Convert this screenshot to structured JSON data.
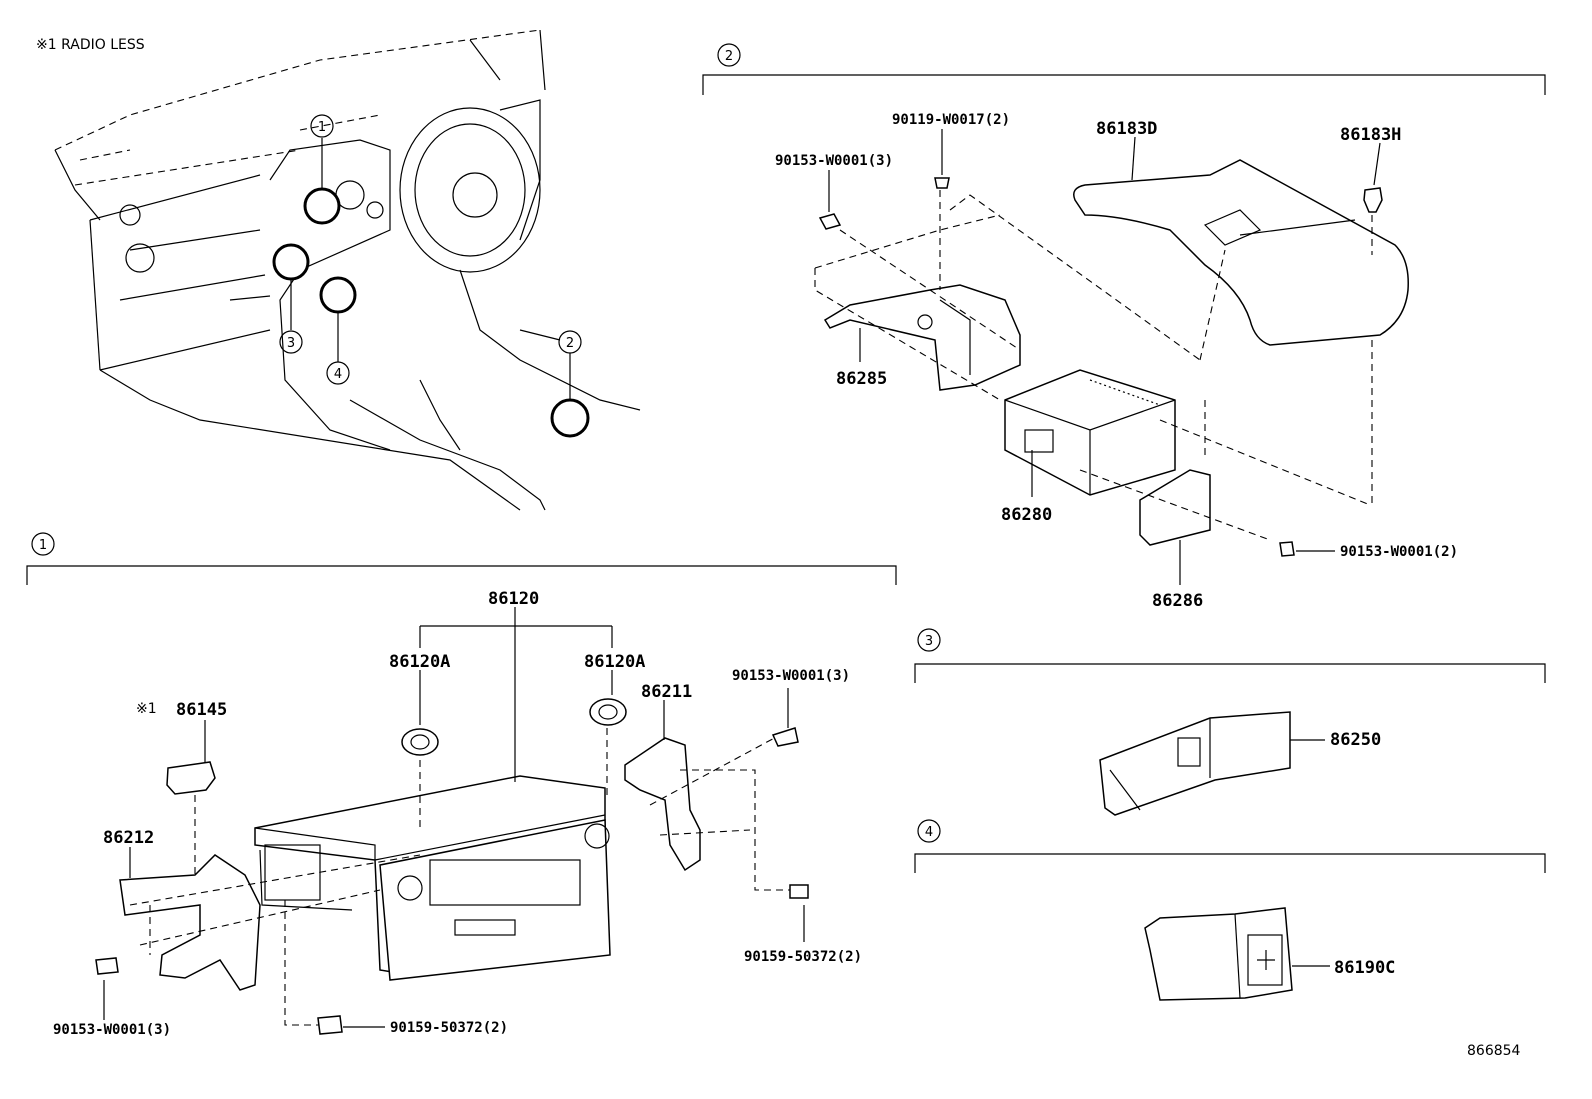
{
  "note": "※1 RADIO  LESS",
  "watermark": "866854",
  "callouts": {
    "c1": "1",
    "c2": "2",
    "c3": "3",
    "c4": "4"
  },
  "sections": {
    "s1": {
      "marker": "1",
      "labels": {
        "p86120": "86120",
        "p86120a_left": "86120A",
        "p86120a_right": "86120A",
        "p86145_mark": "※1",
        "p86145": "86145",
        "p86211": "86211",
        "p86212": "86212",
        "screw_right_top": "90153-W0001(3)",
        "screw_right_bottom": "90159-50372(2)",
        "screw_left": "90153-W0001(3)",
        "screw_bottom": "90159-50372(2)"
      }
    },
    "s2": {
      "marker": "2",
      "labels": {
        "p86183d": "86183D",
        "p86183h": "86183H",
        "screw_top": "90119-W0017(2)",
        "screw_left": "90153-W0001(3)",
        "p86285": "86285",
        "p86280": "86280",
        "p86286": "86286",
        "screw_right": "90153-W0001(2)"
      }
    },
    "s3": {
      "marker": "3",
      "labels": {
        "p86250": "86250"
      }
    },
    "s4": {
      "marker": "4",
      "labels": {
        "p86190c": "86190C"
      }
    }
  }
}
